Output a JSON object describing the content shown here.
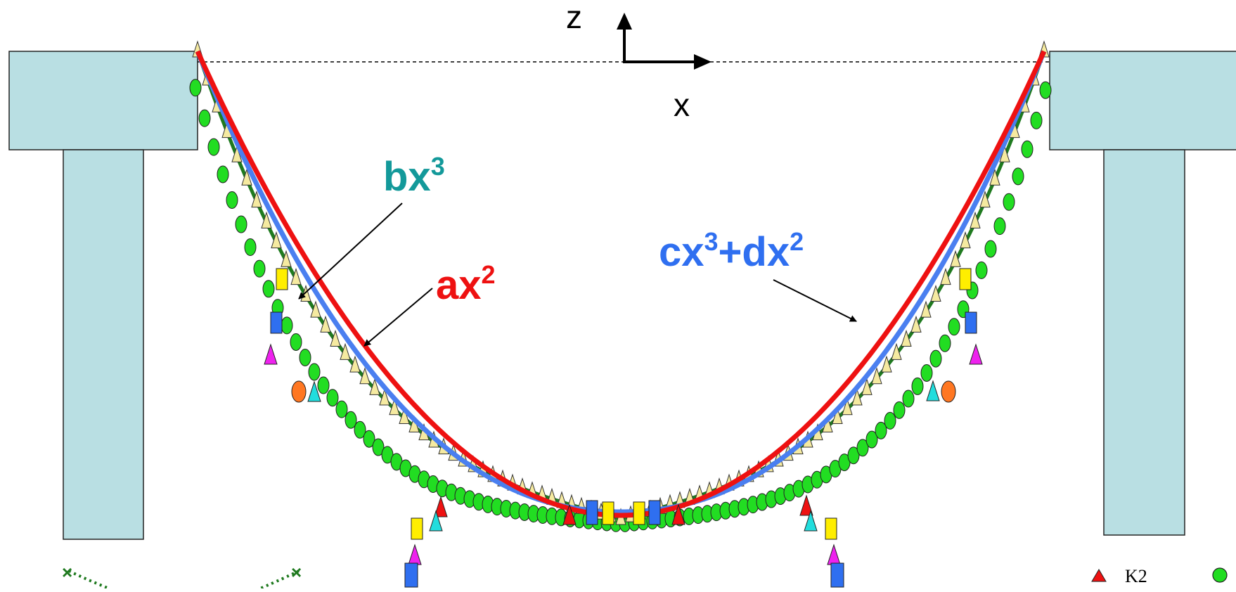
{
  "axes": {
    "z_label": "z",
    "x_label": "x"
  },
  "curves": [
    {
      "id": "bx3",
      "label_base": "bx",
      "label_exp": "3",
      "color": "#13999a",
      "line_color": "#1f7a1f"
    },
    {
      "id": "ax2",
      "label_base": "ax",
      "label_exp": "2",
      "color": "#ee1111",
      "line_color": "#ee1111"
    },
    {
      "id": "cx3dx2",
      "label_part1": "cx",
      "label_exp1": "3",
      "label_mid": "+dx",
      "label_exp2": "2",
      "color": "#2f6ff0",
      "line_color": "#4a7ff0"
    }
  ],
  "legend": {
    "k2_label": "K2"
  },
  "colors": {
    "pillar": "#b9dfe3",
    "pillar_stroke": "#222222",
    "green_marker": "#22dd22",
    "cream_marker": "#f5eaa0",
    "yellow_marker": "#ffee00",
    "blue_marker": "#2f6ff0",
    "magenta_marker": "#ee22ee",
    "cyan_marker": "#22dddd",
    "orange_marker": "#ff7722",
    "red_marker": "#ee1111"
  },
  "icons": [
    "axis-arrow-icon",
    "pointer-arrow-icon",
    "triangle-marker-icon",
    "circle-marker-icon",
    "rect-marker-icon",
    "cross-marker-icon"
  ]
}
